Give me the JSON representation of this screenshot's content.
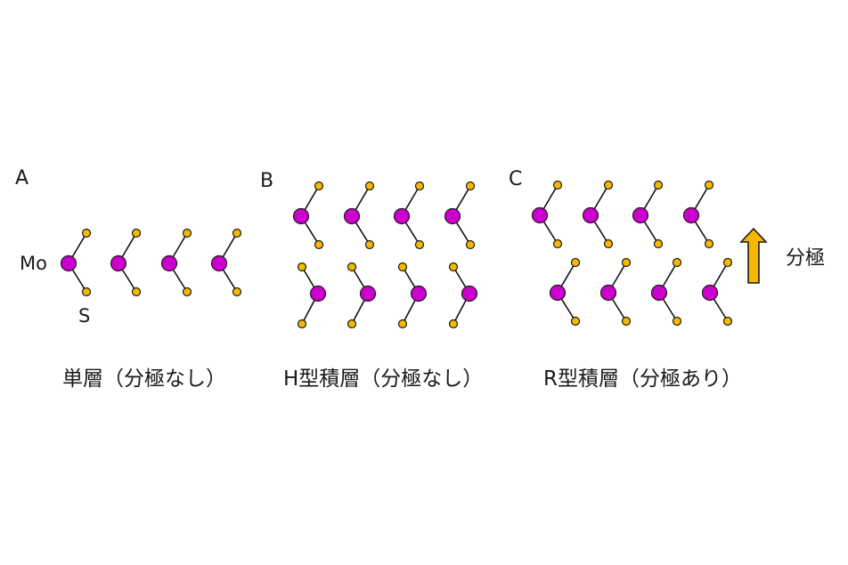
{
  "panels": {
    "a": {
      "letter": "A",
      "caption": "単層（分極なし）"
    },
    "b": {
      "letter": "B",
      "caption": "H型積層（分極なし）"
    },
    "c": {
      "letter": "C",
      "caption": "R型積層（分極あり）"
    }
  },
  "atom_labels": {
    "mo": "Mo",
    "s": "S"
  },
  "polarization": {
    "label": "分極",
    "arrow_color": "#f5b800"
  },
  "colors": {
    "mo": "#cc00cc",
    "s": "#f5b800",
    "outline": "#1a1a1a"
  }
}
